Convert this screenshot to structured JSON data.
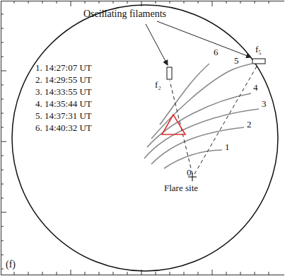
{
  "diagram": {
    "labels": [
      "Oscillating filaments",
      "f₂",
      "f₅",
      "1",
      "2",
      "3",
      "4",
      "5",
      "6",
      "0",
      "Flare site",
      "1. 14:27:07 UT",
      "2. 14:29:55 UT",
      "3. 14:33:55 UT",
      "4. 14:35:44 UT",
      "5. 14:37:31 UT",
      "6. 14:40:32 UT",
      "(f)"
    ]
  }
}
